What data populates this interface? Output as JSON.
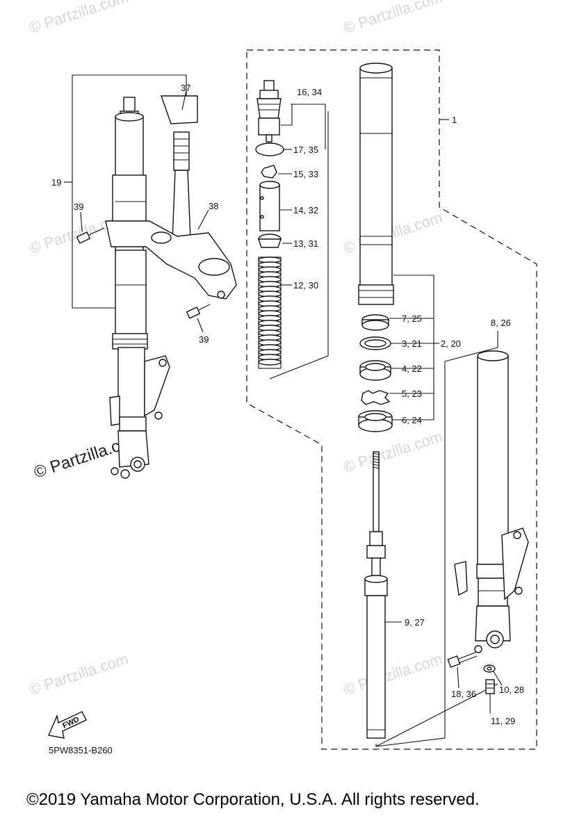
{
  "watermark": "© Partzilla.com",
  "callouts": {
    "c1": "1",
    "c19": "19",
    "c37": "37",
    "c38": "38",
    "c39a": "39",
    "c39b": "39",
    "c16_34": "16, 34",
    "c17_35": "17, 35",
    "c15_33": "15, 33",
    "c14_32": "14, 32",
    "c13_31": "13, 31",
    "c12_30": "12, 30",
    "c7_25": "7, 25",
    "c3_21": "3, 21",
    "c2_20": "2, 20",
    "c4_22": "4, 22",
    "c5_23": "5, 23",
    "c6_24": "6, 24",
    "c8_26": "8, 26",
    "c9_27": "9, 27",
    "c18_36": "18, 36",
    "c10_28": "10, 28",
    "c11_29": "11, 29"
  },
  "fwd_label": "FWD",
  "diagram_code": "5PW8351-B260",
  "copyright": "©2019 Yamaha Motor Corporation, U.S.A. All rights reserved."
}
